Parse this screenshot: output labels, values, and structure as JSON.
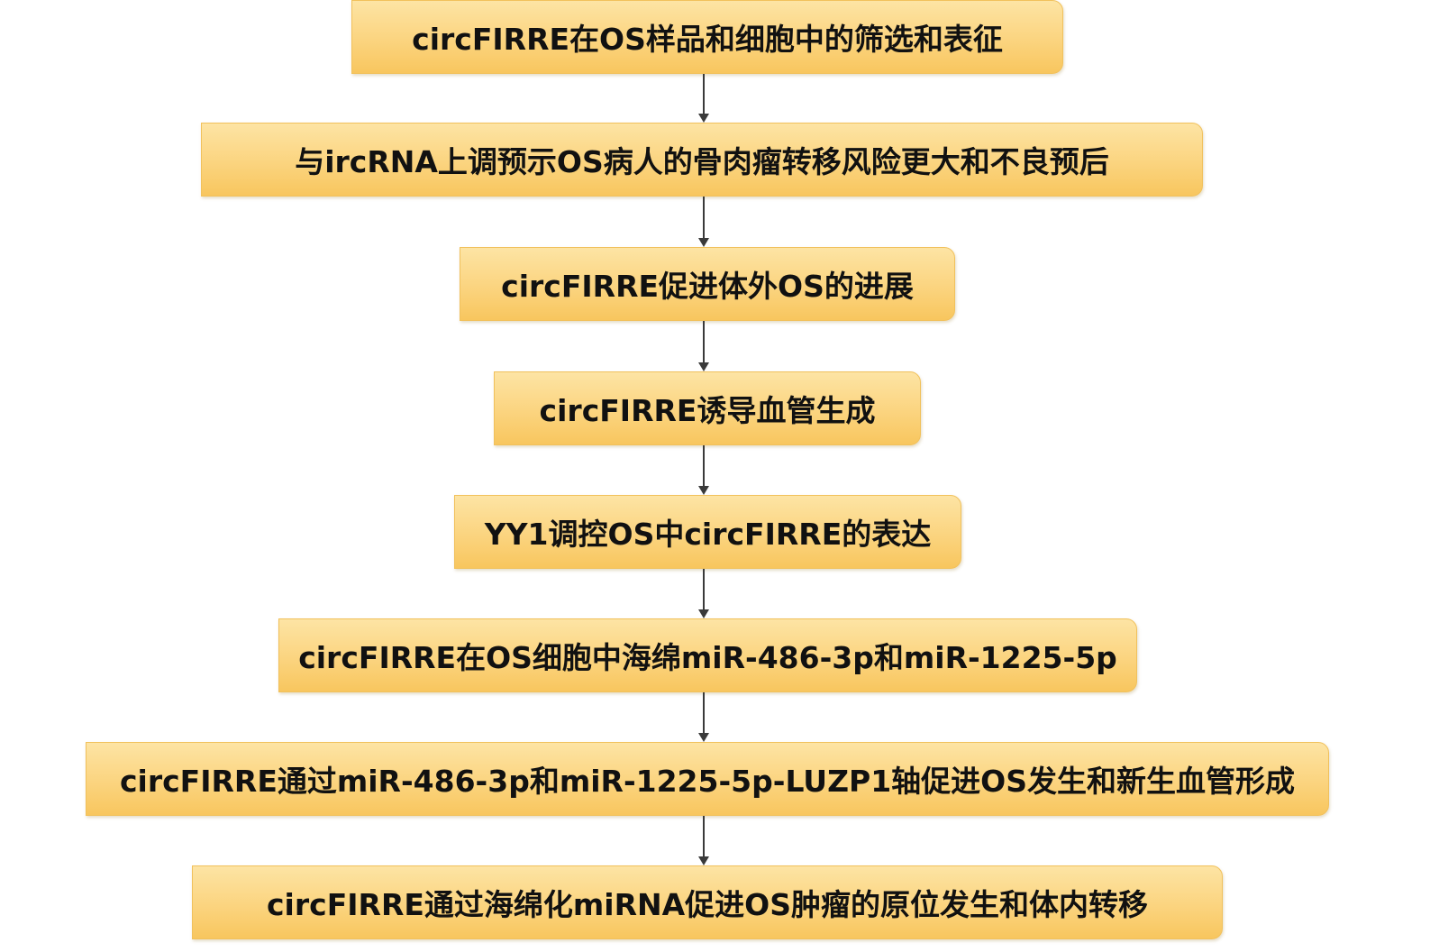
{
  "flowchart": {
    "steps": [
      {
        "label": "circFIRRE在OS样品和细胞中的筛选和表征"
      },
      {
        "label": "与ircRNA上调预示OS病人的骨肉瘤转移风险更大和不良预后"
      },
      {
        "label": "circFIRRE促进体外OS的进展"
      },
      {
        "label": "circFIRRE诱导血管生成"
      },
      {
        "label": "YY1调控OS中circFIRRE的表达"
      },
      {
        "label": "circFIRRE在OS细胞中海绵miR-486-3p和miR-1225-5p"
      },
      {
        "label": "circFIRRE通过miR-486-3p和miR-1225-5p-LUZP1轴促进OS发生和新生血管形成"
      },
      {
        "label": "circFIRRE通过海绵化miRNA促进OS肿瘤的原位发生和体内转移"
      }
    ]
  },
  "colors": {
    "box_fill": "#fbd47f",
    "box_border": "#f1c15c",
    "arrow": "#3a3a3a",
    "text": "#111111"
  }
}
